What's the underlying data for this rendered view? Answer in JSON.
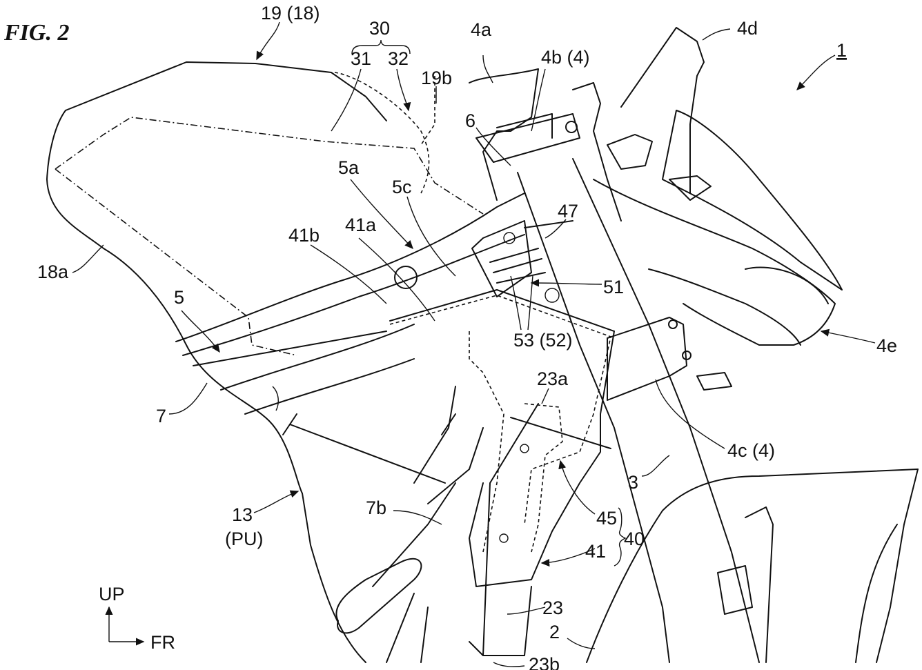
{
  "figure": {
    "title": "FIG. 2",
    "vehicle_ref": "1"
  },
  "labels": [
    {
      "id": "19-18",
      "text": "19 (18)"
    },
    {
      "id": "30",
      "text": "30"
    },
    {
      "id": "31",
      "text": "31"
    },
    {
      "id": "32",
      "text": "32"
    },
    {
      "id": "19b",
      "text": "19b"
    },
    {
      "id": "4a",
      "text": "4a"
    },
    {
      "id": "4b-4",
      "text": "4b (4)"
    },
    {
      "id": "4d",
      "text": "4d"
    },
    {
      "id": "6",
      "text": "6"
    },
    {
      "id": "5a",
      "text": "5a"
    },
    {
      "id": "5c",
      "text": "5c"
    },
    {
      "id": "47",
      "text": "47"
    },
    {
      "id": "41b",
      "text": "41b"
    },
    {
      "id": "41a",
      "text": "41a"
    },
    {
      "id": "18a",
      "text": "18a"
    },
    {
      "id": "51",
      "text": "51"
    },
    {
      "id": "5",
      "text": "5"
    },
    {
      "id": "53-52",
      "text": "53 (52)"
    },
    {
      "id": "4e",
      "text": "4e"
    },
    {
      "id": "23a",
      "text": "23a"
    },
    {
      "id": "7",
      "text": "7"
    },
    {
      "id": "4c-4",
      "text": "4c (4)"
    },
    {
      "id": "3",
      "text": "3"
    },
    {
      "id": "13",
      "text": "13"
    },
    {
      "id": "pu",
      "text": "(PU)"
    },
    {
      "id": "7b",
      "text": "7b"
    },
    {
      "id": "45",
      "text": "45"
    },
    {
      "id": "40",
      "text": "40"
    },
    {
      "id": "41",
      "text": "41"
    },
    {
      "id": "23",
      "text": "23"
    },
    {
      "id": "2",
      "text": "2"
    },
    {
      "id": "23b",
      "text": "23b"
    }
  ],
  "axes": {
    "up": "UP",
    "front": "FR"
  }
}
